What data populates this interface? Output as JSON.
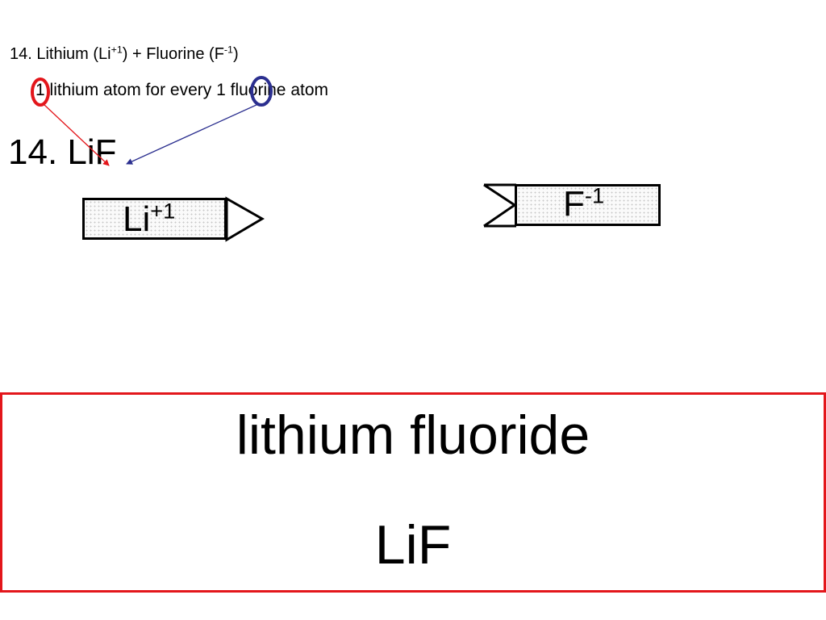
{
  "heading": {
    "text_a": "14. Lithium (Li",
    "li_charge": "+1",
    "text_b": ") + Fluorine (F",
    "f_charge": "-1",
    "text_c": ")"
  },
  "ratio": {
    "count_li": "1",
    "text_li": " lithium atom for every ",
    "count_f": "1",
    "text_f": " fluorine atom"
  },
  "formula_title": "14. LiF",
  "tiles": {
    "li_symbol": "Li",
    "li_charge": "+1",
    "f_symbol": "F",
    "f_charge": "-1"
  },
  "answer": {
    "name": "lithium fluoride",
    "formula": "LiF"
  },
  "colors": {
    "li_circle": "#e3161b",
    "f_circle": "#2b2f8f",
    "li_arrow": "#e3161b",
    "f_arrow": "#2b2f8f",
    "answer_border": "#e3161b"
  }
}
